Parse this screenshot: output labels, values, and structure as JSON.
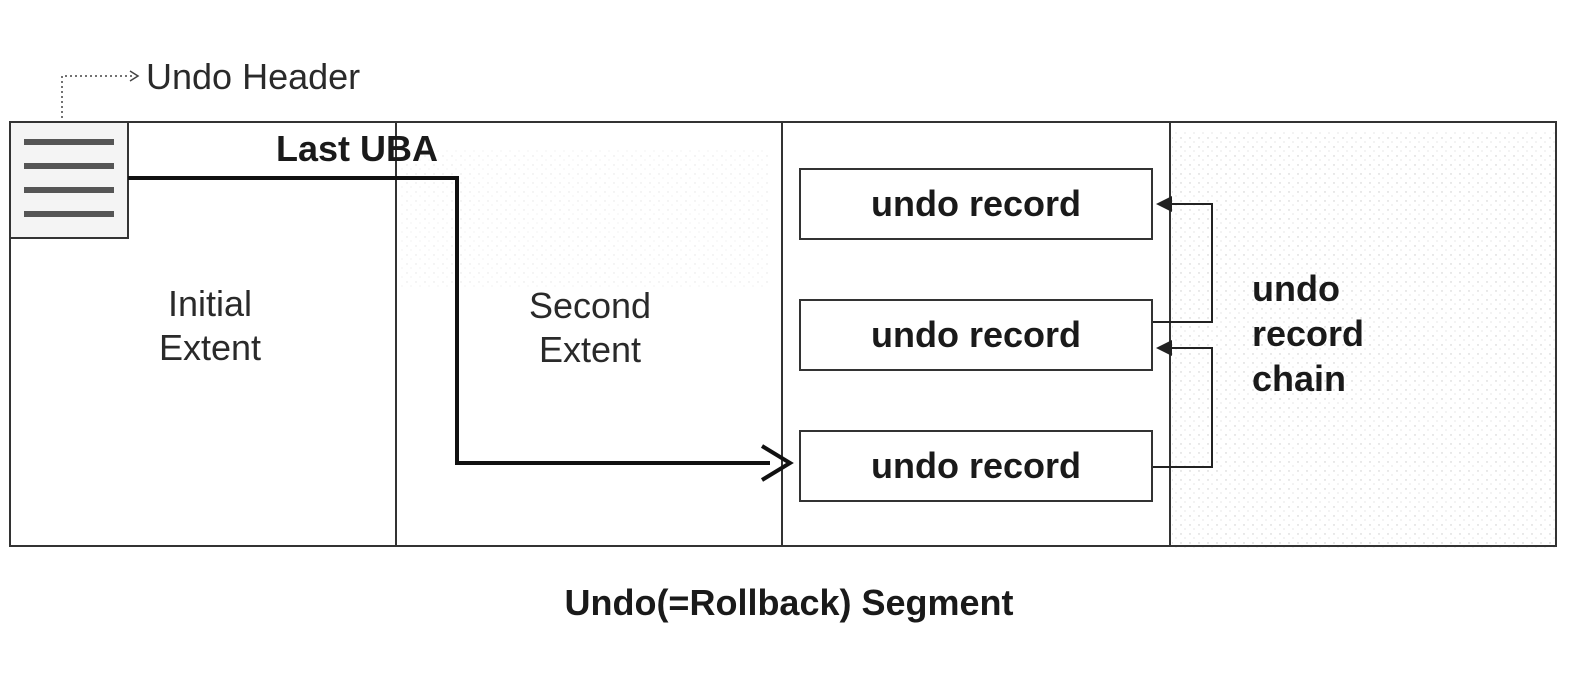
{
  "labels": {
    "undo_header": "Undo Header",
    "last_uba": "Last UBA",
    "initial_extent": [
      "Initial",
      "Extent"
    ],
    "second_extent": [
      "Second",
      "Extent"
    ],
    "chain": [
      "undo",
      "record",
      "chain"
    ],
    "segment_title": "Undo(=Rollback) Segment"
  },
  "records": [
    {
      "label": "undo record"
    },
    {
      "label": "undo record"
    },
    {
      "label": "undo record"
    }
  ]
}
